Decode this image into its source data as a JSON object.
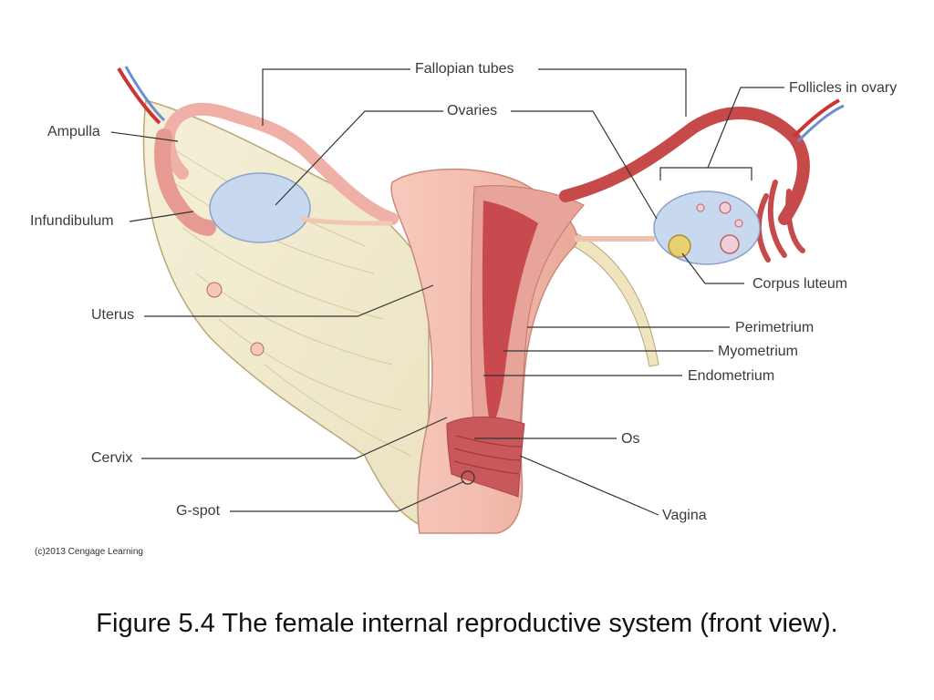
{
  "labels": {
    "fallopian_tubes": "Fallopian tubes",
    "follicles_in_ovary": "Follicles in ovary",
    "ovaries": "Ovaries",
    "ampulla": "Ampulla",
    "infundibulum": "Infundibulum",
    "uterus": "Uterus",
    "corpus_luteum": "Corpus luteum",
    "perimetrium": "Perimetrium",
    "myometrium": "Myometrium",
    "endometrium": "Endometrium",
    "os": "Os",
    "cervix": "Cervix",
    "vagina": "Vagina",
    "g_spot": "G-spot"
  },
  "credit": "(c)2013 Cengage Learning",
  "caption": "Figure 5.4 The female internal reproductive system (front view).",
  "colors": {
    "ligament": "#f2ecd2",
    "uterus": "#f0b8aa",
    "tube": "#c74a4a",
    "ovary": "#c8d8ef",
    "endometrium": "#c94a4e",
    "leader": "#333333"
  }
}
